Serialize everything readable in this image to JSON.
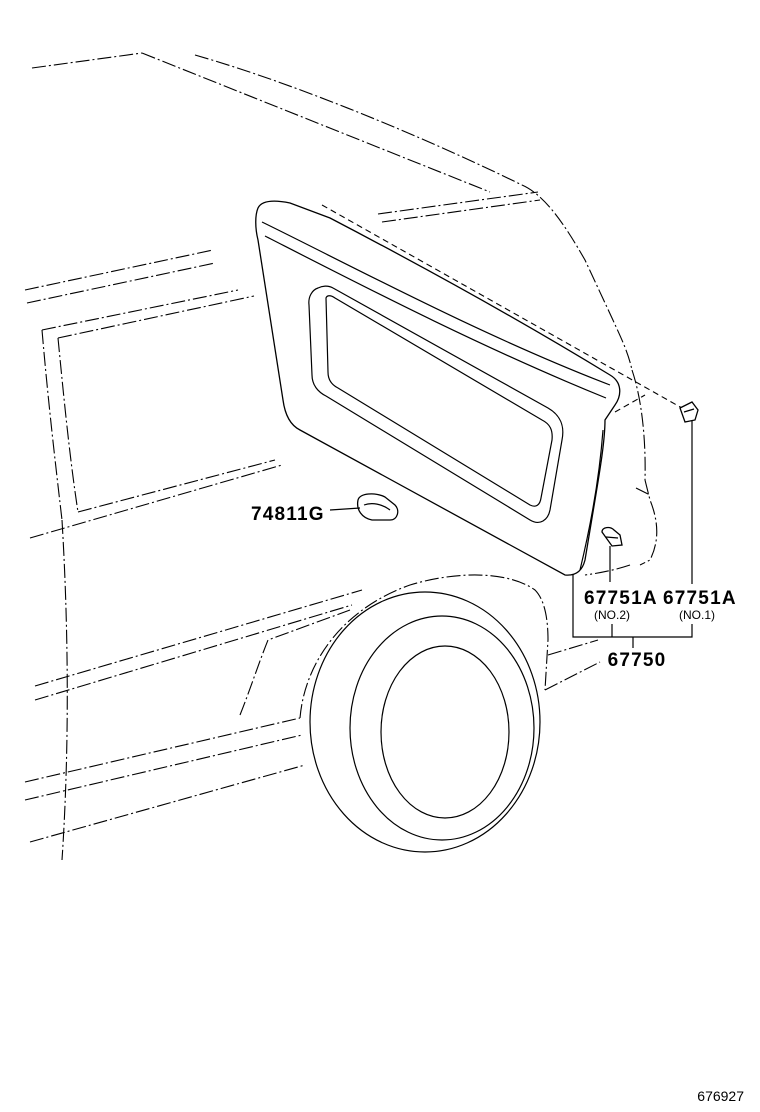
{
  "callouts": {
    "part_left": "74811G",
    "clip_no2": {
      "part": "67751A",
      "note": "(NO.2)"
    },
    "clip_no1": {
      "part": "67751A",
      "note": "(NO.1)"
    },
    "assembly": "67750"
  },
  "figure_id": "676927"
}
